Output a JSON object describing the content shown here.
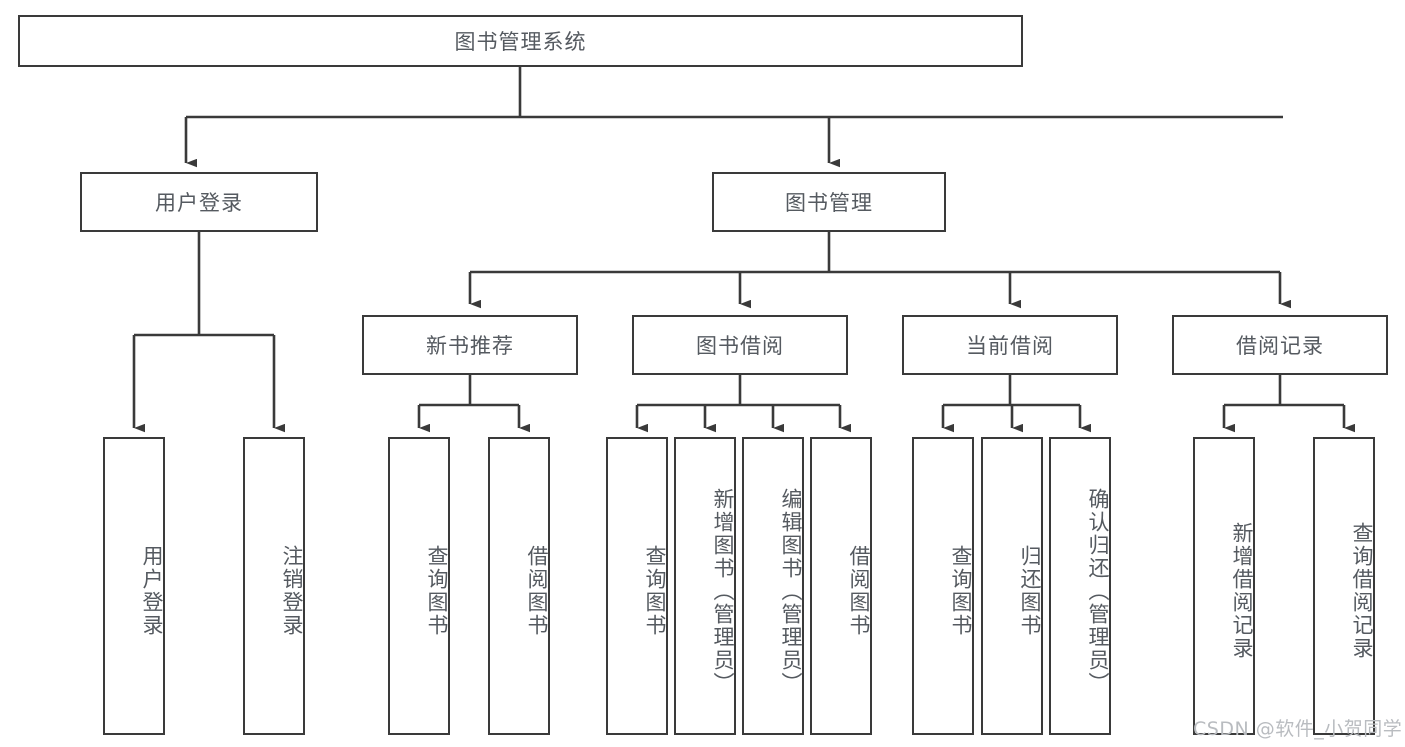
{
  "diagram": {
    "title": "图书管理系统",
    "type": "tree-hierarchy-chart",
    "stroke_color": "#3a3a3a",
    "text_color": "#555a60",
    "background_color": "#ffffff"
  },
  "root": {
    "label": "图书管理系统"
  },
  "level2": [
    {
      "label": "用户登录"
    },
    {
      "label": "图书管理"
    }
  ],
  "level3": [
    {
      "label": "新书推荐"
    },
    {
      "label": "图书借阅"
    },
    {
      "label": "当前借阅"
    },
    {
      "label": "借阅记录"
    }
  ],
  "leaves": {
    "user_login": [
      {
        "label": "用户登录"
      },
      {
        "label": "注销登录"
      }
    ],
    "new_book_recommend": [
      {
        "label": "查询图书"
      },
      {
        "label": "借阅图书"
      }
    ],
    "book_borrow": [
      {
        "label": "查询图书"
      },
      {
        "label": "新增图书（管理员）"
      },
      {
        "label": "编辑图书（管理员）"
      },
      {
        "label": "借阅图书"
      }
    ],
    "current_borrow": [
      {
        "label": "查询图书"
      },
      {
        "label": "归还图书"
      },
      {
        "label": "确认归还（管理员）"
      }
    ],
    "borrow_records": [
      {
        "label": "新增借阅记录"
      },
      {
        "label": "查询借阅记录"
      }
    ]
  },
  "watermark": {
    "text": "CSDN @软件_小贺同学"
  }
}
